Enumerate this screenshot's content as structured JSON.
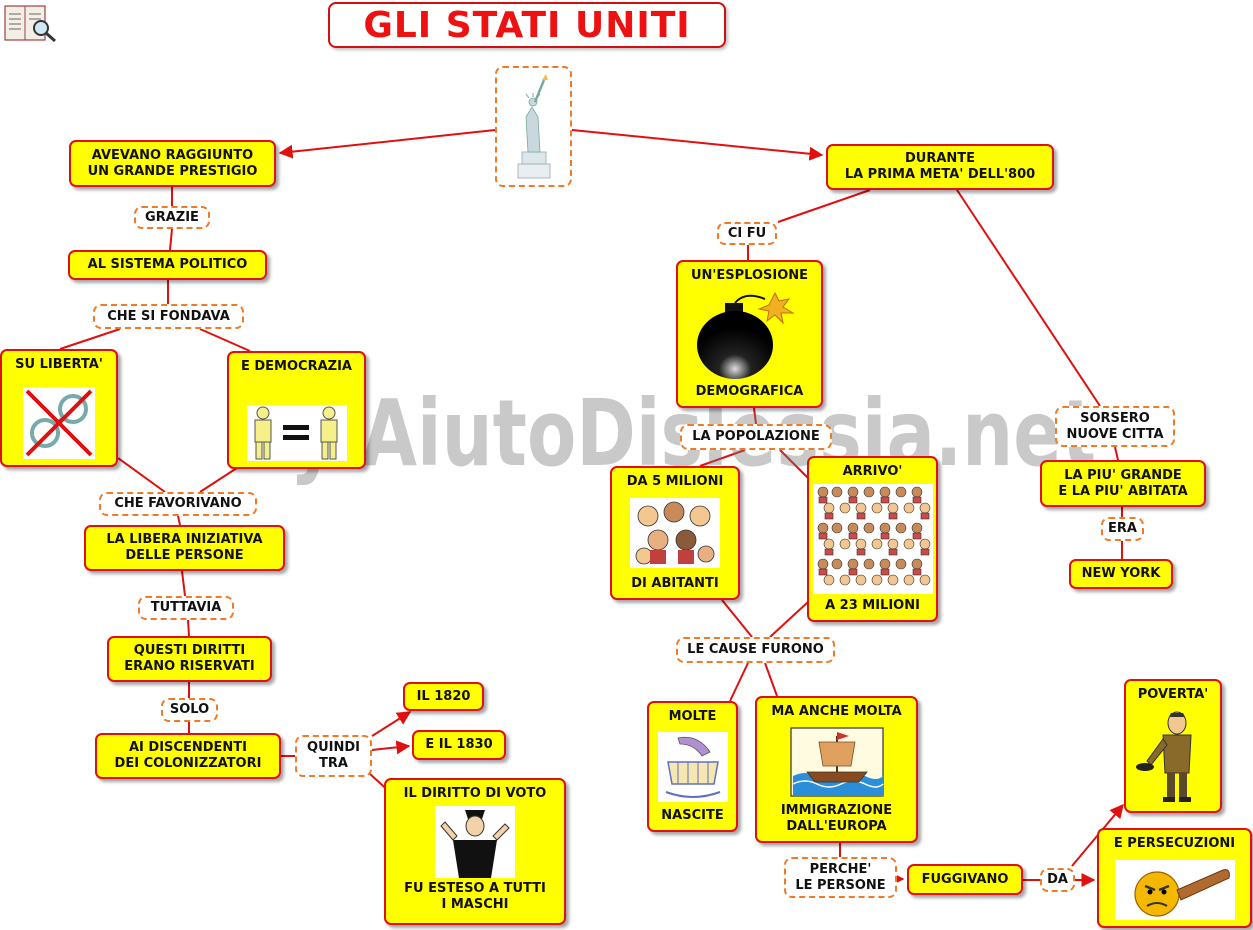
{
  "title": "GLI STATI UNITI",
  "watermark": "By AiutoDislessia.net",
  "nodes": {
    "prestigio": "AVEVANO RAGGIUNTO\nUN GRANDE PRESTIGIO",
    "sistema": "AL SISTEMA POLITICO",
    "liberta": "SU LIBERTA'",
    "democrazia": "E DEMOCRAZIA",
    "iniziativa": "LA LIBERA INIZIATIVA\nDELLE PERSONE",
    "diritti": "QUESTI DIRITTI\nERANO RISERVATI",
    "discendenti": "AI DISCENDENTI\nDEI COLONIZZATORI",
    "y1820": "IL 1820",
    "y1830": "E IL 1830",
    "voto_top": "IL DIRITTO DI VOTO",
    "voto_bottom": "FU ESTESO A TUTTI\nI MASCHI",
    "durante": "DURANTE\nLA PRIMA META' DELL'800",
    "esplosione_top": "UN'ESPLOSIONE",
    "esplosione_bottom": "DEMOGRAFICA",
    "milioni5_top": "DA 5 MILIONI",
    "milioni5_bottom": "DI ABITANTI",
    "arrivo_top": "ARRIVO'",
    "arrivo_bottom": "A 23 MILIONI",
    "molte_top": "MOLTE",
    "molte_bottom": "NASCITE",
    "immigrazione_top": "MA ANCHE MOLTA",
    "immigrazione_bottom": "IMMIGRAZIONE\nDALL'EUROPA",
    "fuggivano": "FUGGIVANO",
    "poverta": "POVERTA'",
    "persecuzioni": "E PERSECUZIONI",
    "piugrande": "LA PIU' GRANDE\nE LA PIU' ABITATA",
    "newyork": "NEW YORK"
  },
  "links": {
    "grazie": "GRAZIE",
    "fondava": "CHE SI FONDAVA",
    "favorivano": "CHE FAVORIVANO",
    "tuttavia": "TUTTAVIA",
    "solo": "SOLO",
    "quindi": "QUINDI\nTRA",
    "cifu": "CI FU",
    "popolazione": "LA POPOLAZIONE",
    "cause": "LE CAUSE FURONO",
    "perche": "PERCHE'\nLE PERSONE",
    "da": "DA",
    "sorsero": "SORSERO\nNUOVE CITTA",
    "era": "ERA"
  },
  "colors": {
    "node_fill": "#ffff00",
    "node_border": "#e01010",
    "link_border": "#f07a28",
    "line": "#e01010",
    "title_text": "#ee1111"
  }
}
